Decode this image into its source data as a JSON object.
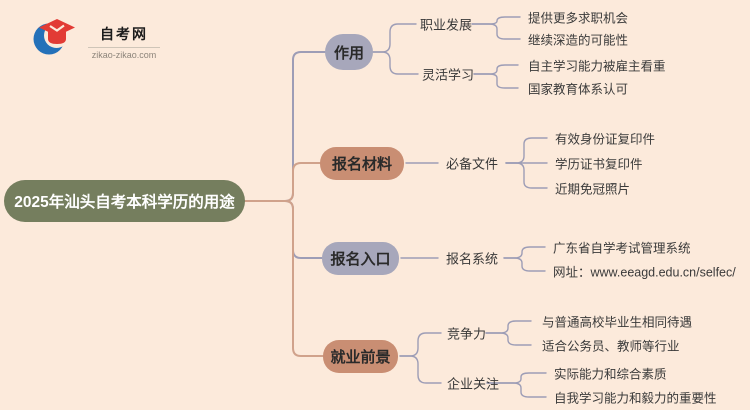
{
  "logo": {
    "name": "自考网",
    "domain": "zikao-zikao.com",
    "icon": "graduation-cap-with-blue-crescent",
    "colors": {
      "crescent_blue": "#2471b9",
      "cap_red": "#e23b35"
    }
  },
  "colors": {
    "background": "#fceadb",
    "root_node": "#757e5e",
    "branch_gray": "#a7a7bb",
    "branch_salmon": "#c98e73",
    "line_gray": "#9d9db6",
    "line_salmon": "#d0a28b",
    "text": "#3a3a3a"
  },
  "root": {
    "label": "2025年汕头自考本科学历的用途"
  },
  "branches": [
    {
      "label": "作用",
      "children": [
        {
          "label": "职业发展",
          "leaves": [
            "提供更多求职机会",
            "继续深造的可能性"
          ]
        },
        {
          "label": "灵活学习",
          "leaves": [
            "自主学习能力被雇主看重",
            "国家教育体系认可"
          ]
        }
      ]
    },
    {
      "label": "报名材料",
      "children": [
        {
          "label": "必备文件",
          "leaves": [
            "有效身份证复印件",
            "学历证书复印件",
            "近期免冠照片"
          ]
        }
      ]
    },
    {
      "label": "报名入口",
      "children": [
        {
          "label": "报名系统",
          "leaves": [
            "广东省自学考试管理系统",
            "网址：www.eeagd.edu.cn/selfec/"
          ]
        }
      ]
    },
    {
      "label": "就业前景",
      "children": [
        {
          "label": "竞争力",
          "leaves": [
            "与普通高校毕业生相同待遇",
            "适合公务员、教师等行业"
          ]
        },
        {
          "label": "企业关注",
          "leaves": [
            "实际能力和综合素质",
            "自我学习能力和毅力的重要性"
          ]
        }
      ]
    }
  ]
}
